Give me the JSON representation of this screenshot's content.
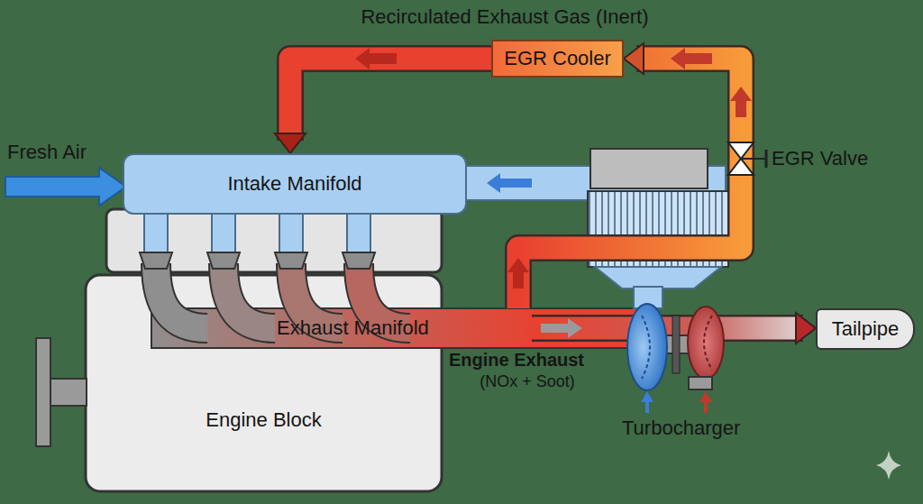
{
  "diagram": {
    "nodes": [
      {
        "text": [
          "EGR Cooler"
        ]
      },
      {
        "text": [
          "Intake Manifold"
        ]
      },
      {
        "text": [
          "Exhaust Manifold"
        ]
      },
      {
        "text": [
          "Engine Block"
        ]
      },
      {
        "text": [
          "Tailpipe"
        ]
      }
    ],
    "edges": [
      {
        "from": 0,
        "to": 1,
        "arrow": "to"
      },
      {
        "from": 2,
        "to": 0,
        "arrow": "to"
      },
      {
        "from": 2,
        "to": 4,
        "arrow": "to"
      }
    ],
    "labels": [
      "Recirculated Exhaust Gas (Inert)",
      "Fresh Air",
      "EGR Valve",
      "Engine Exhaust",
      "(NOx + Soot)",
      "Turbocharger"
    ]
  }
}
